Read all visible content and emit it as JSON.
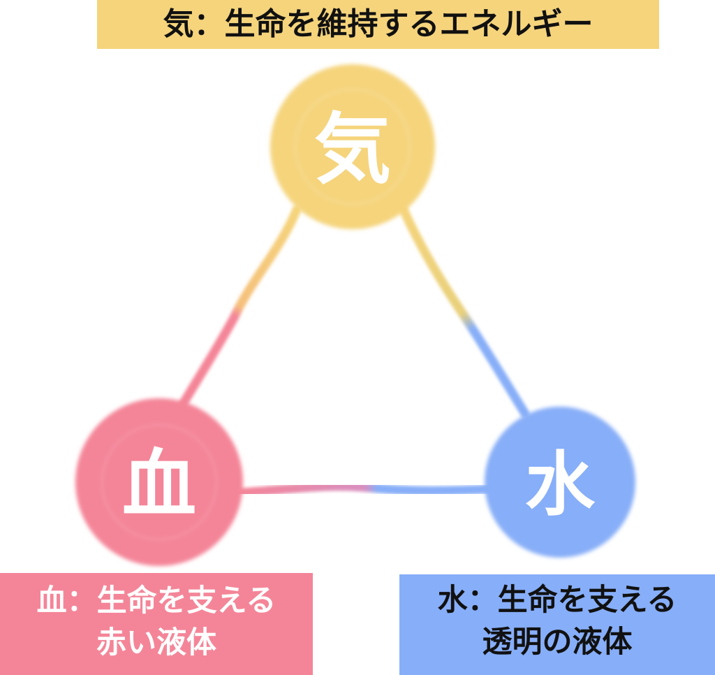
{
  "top_label": {
    "text": "気：生命を維持するエネルギー",
    "color": "#f5d47c"
  },
  "blood_label": {
    "line1": "血：生命を支える",
    "line2": "赤い液体",
    "color": "#f48598"
  },
  "water_label": {
    "line1": "水：生命を支える",
    "line2": "透明の液体",
    "color": "#87aef8"
  },
  "nodes": {
    "ki": {
      "char": "気",
      "color": "#f5d47c"
    },
    "ketsu": {
      "char": "血",
      "color": "#f48598"
    },
    "sui": {
      "char": "水",
      "color": "#87aef8"
    }
  }
}
